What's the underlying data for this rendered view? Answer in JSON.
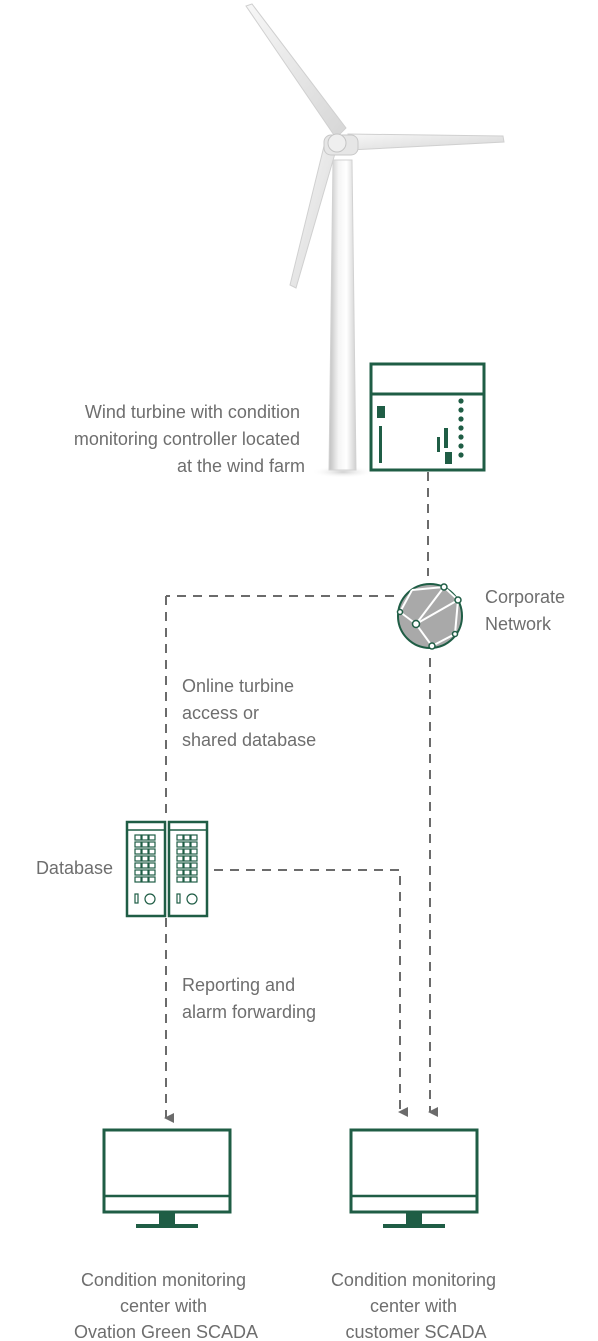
{
  "labels": {
    "turbine": [
      "Wind turbine with condition",
      "monitoring controller located",
      "at the wind farm"
    ],
    "network": [
      "Corporate",
      "Network"
    ],
    "online": [
      "Online turbine",
      "access or",
      "shared database"
    ],
    "database": "Database",
    "reporting": [
      "Reporting and",
      "alarm forwarding"
    ],
    "center_left": [
      "Condition monitoring",
      "center with",
      "Ovation Green SCADA"
    ],
    "center_right": [
      "Condition monitoring",
      "center with",
      "customer SCADA"
    ]
  },
  "colors": {
    "brand_green": "#1f5d45",
    "connector_gray": "#6b6b6b",
    "label_gray": "#6e6e6e",
    "globe_gray": "#a9a9a9"
  },
  "icons": [
    "wind-turbine-icon",
    "controller-icon",
    "globe-network-icon",
    "database-server-icon",
    "monitor-icon"
  ]
}
